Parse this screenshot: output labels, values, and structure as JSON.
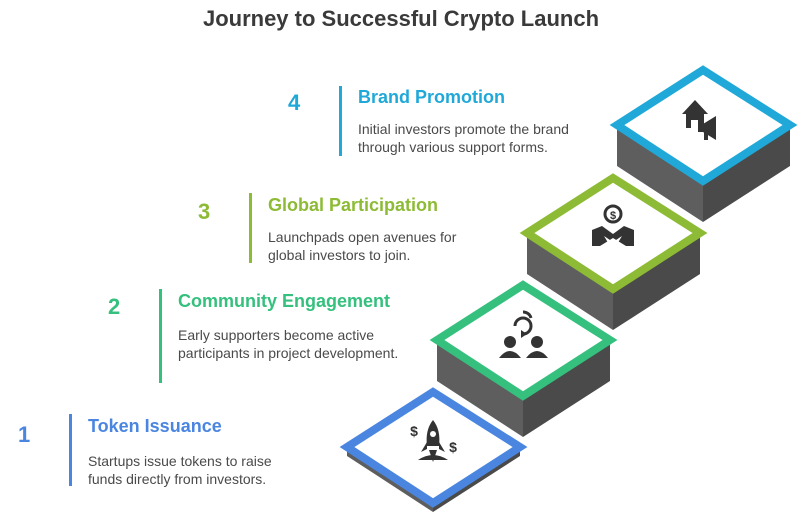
{
  "title": "Journey to Successful Crypto Launch",
  "colors": {
    "step1": "#4a86e0",
    "step2": "#35c07e",
    "step3": "#8dbb35",
    "step4": "#20a9d8",
    "stair_front": "#5e5e5e",
    "stair_side": "#4a4a4a",
    "icon": "#333333"
  },
  "steps": [
    {
      "number": "1",
      "title": "Token Issuance",
      "description": "Startups issue tokens to raise funds directly from investors.",
      "icon": "rocket-dollar-icon"
    },
    {
      "number": "2",
      "title": "Community Engagement",
      "description": "Early supporters become active participants in project development.",
      "icon": "community-sync-icon"
    },
    {
      "number": "3",
      "title": "Global Participation",
      "description": "Launchpads open avenues for global investors to join.",
      "icon": "handshake-icon"
    },
    {
      "number": "4",
      "title": "Brand Promotion",
      "description": "Initial investors promote the brand through various support forms.",
      "icon": "house-megaphone-icon"
    }
  ]
}
